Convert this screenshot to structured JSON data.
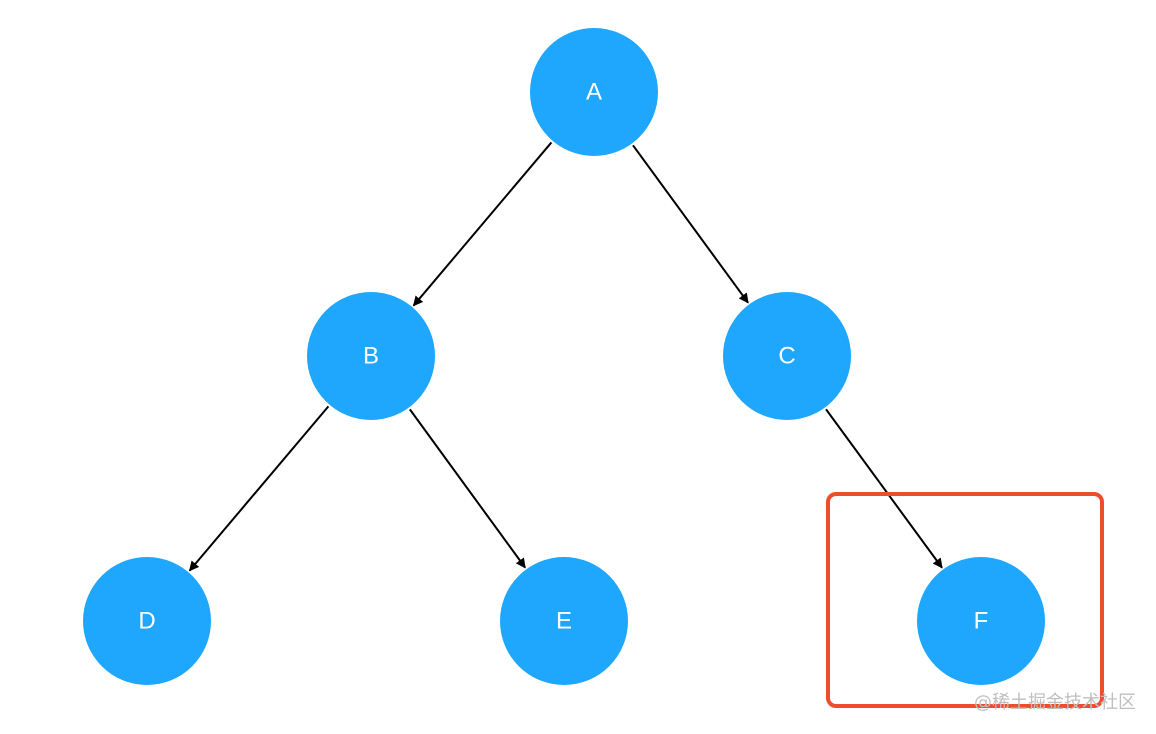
{
  "colors": {
    "node_fill": "#1ea7fd",
    "node_text": "#ffffff",
    "edge": "#000000",
    "highlight": "#ee4d2d"
  },
  "nodes": [
    {
      "id": "A",
      "label": "A"
    },
    {
      "id": "B",
      "label": "B"
    },
    {
      "id": "C",
      "label": "C"
    },
    {
      "id": "D",
      "label": "D"
    },
    {
      "id": "E",
      "label": "E"
    },
    {
      "id": "F",
      "label": "F"
    }
  ],
  "edges": [
    {
      "from": "A",
      "to": "B"
    },
    {
      "from": "A",
      "to": "C"
    },
    {
      "from": "B",
      "to": "D"
    },
    {
      "from": "B",
      "to": "E"
    },
    {
      "from": "C",
      "to": "F"
    }
  ],
  "highlighted_node": "F",
  "watermark": "@稀土掘金技术社区"
}
